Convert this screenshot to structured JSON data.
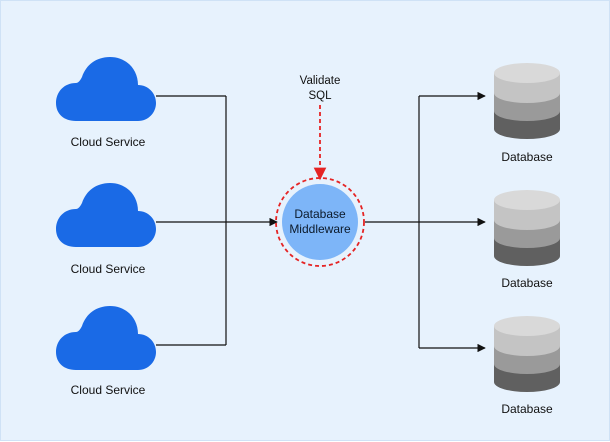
{
  "diagram": {
    "annotation": {
      "line1": "Validate",
      "line2": "SQL"
    },
    "hub": {
      "line1": "Database",
      "line2": "Middleware",
      "fill": "#7db5f8",
      "ring_color": "#e52424"
    },
    "sources": [
      {
        "label": "Cloud Service",
        "icon": "cloud-icon"
      },
      {
        "label": "Cloud Service",
        "icon": "cloud-icon"
      },
      {
        "label": "Cloud Service",
        "icon": "cloud-icon"
      }
    ],
    "targets": [
      {
        "label": "Database",
        "icon": "database-icon"
      },
      {
        "label": "Database",
        "icon": "database-icon"
      },
      {
        "label": "Database",
        "icon": "database-icon"
      }
    ],
    "colors": {
      "background": "#e7f2fd",
      "cloud": "#1a6ae6",
      "db_top": "#d9d9d9",
      "db_mid1": "#c4c4c4",
      "db_mid2": "#9a9a9a",
      "db_bottom": "#606060",
      "connector": "#111111",
      "validation": "#e52424"
    }
  }
}
